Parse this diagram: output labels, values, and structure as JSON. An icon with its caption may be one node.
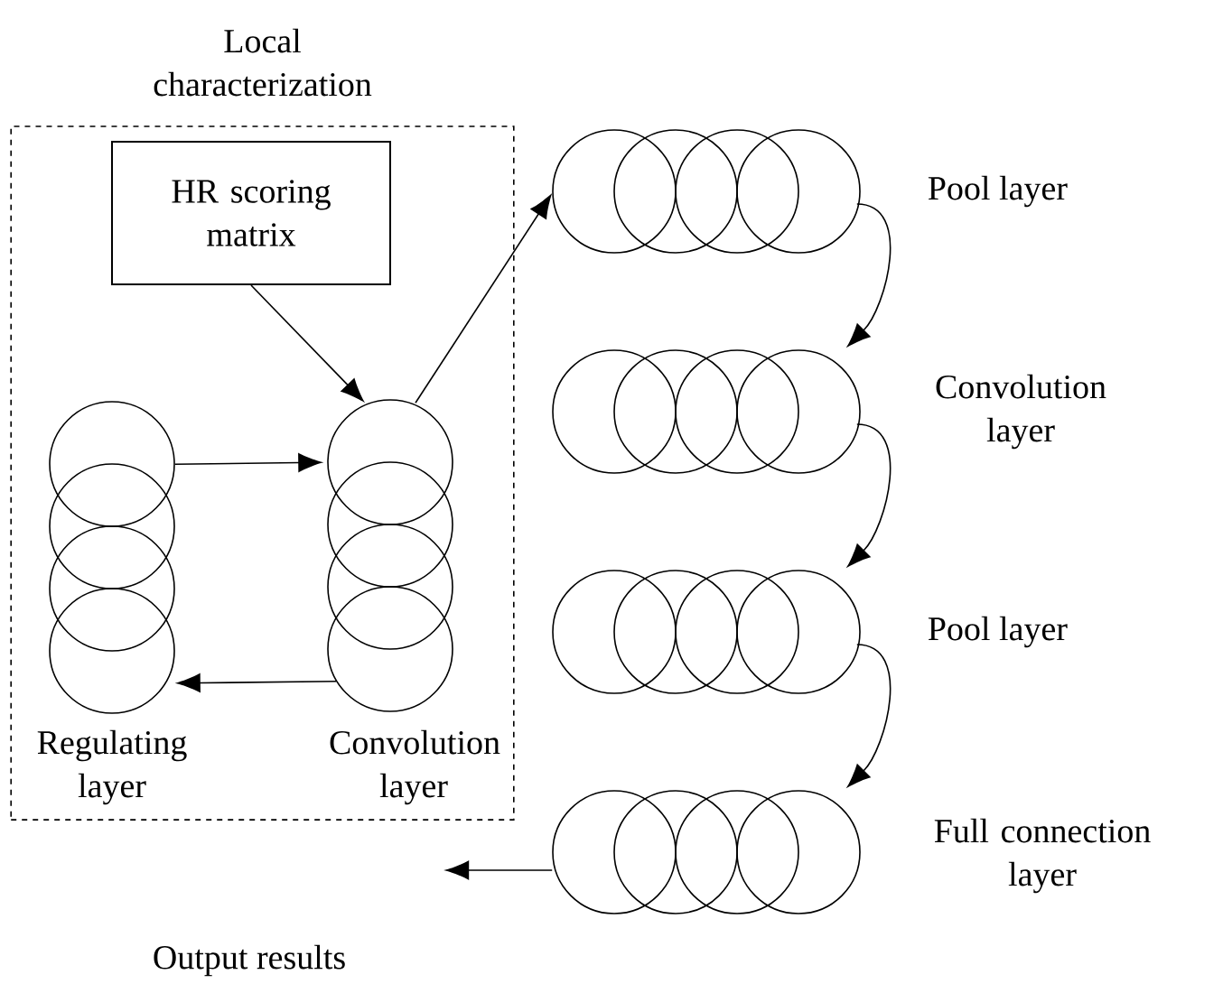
{
  "diagram": {
    "nodes": [
      {
        "text": [
          "Local characterization"
        ]
      },
      {
        "text": [
          "HR scoring matrix"
        ],
        "in": 0
      },
      {
        "text": [
          "Regulating layer"
        ],
        "in": 0
      },
      {
        "text": [
          "Convolution layer"
        ],
        "in": 0
      },
      {
        "text": [
          "Pool layer"
        ]
      },
      {
        "text": [
          "Convolution layer"
        ]
      },
      {
        "text": [
          "Pool layer"
        ]
      },
      {
        "text": [
          "Full connection layer"
        ]
      }
    ],
    "edges": [
      {
        "from": 1,
        "to": 3,
        "arrow": "to"
      },
      {
        "from": 2,
        "to": 3,
        "arrow": "to"
      },
      {
        "from": 3,
        "to": 2,
        "arrow": "to"
      },
      {
        "from": 3,
        "to": 4,
        "arrow": "to"
      },
      {
        "from": 4,
        "to": 5,
        "arrow": "to"
      },
      {
        "from": 5,
        "to": 6,
        "arrow": "to"
      },
      {
        "from": 6,
        "to": 7,
        "arrow": "to"
      },
      {
        "from": 7,
        "to": null,
        "arrow": "to"
      }
    ],
    "labels": [
      "Output results"
    ]
  }
}
